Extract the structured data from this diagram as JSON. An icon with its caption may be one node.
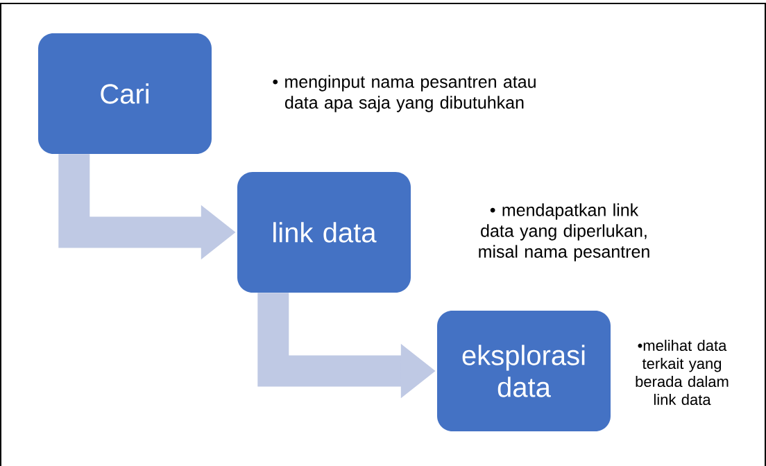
{
  "diagram": {
    "nodes": [
      {
        "text": [
          "Cari"
        ],
        "beside": [
          "• menginput nama pesantren atau data apa saja yang dibutuhkan"
        ]
      },
      {
        "text": [
          "link data"
        ],
        "beside": [
          "• mendapatkan link data yang diperlukan, misal nama pesantren"
        ]
      },
      {
        "text": [
          "eksplorasi data"
        ],
        "beside": [
          "•melihat data terkait yang berada dalam link data"
        ]
      }
    ],
    "edges": [
      {
        "from": 0,
        "to": 1,
        "arrow": "to"
      },
      {
        "from": 1,
        "to": 2,
        "arrow": "to"
      }
    ]
  }
}
